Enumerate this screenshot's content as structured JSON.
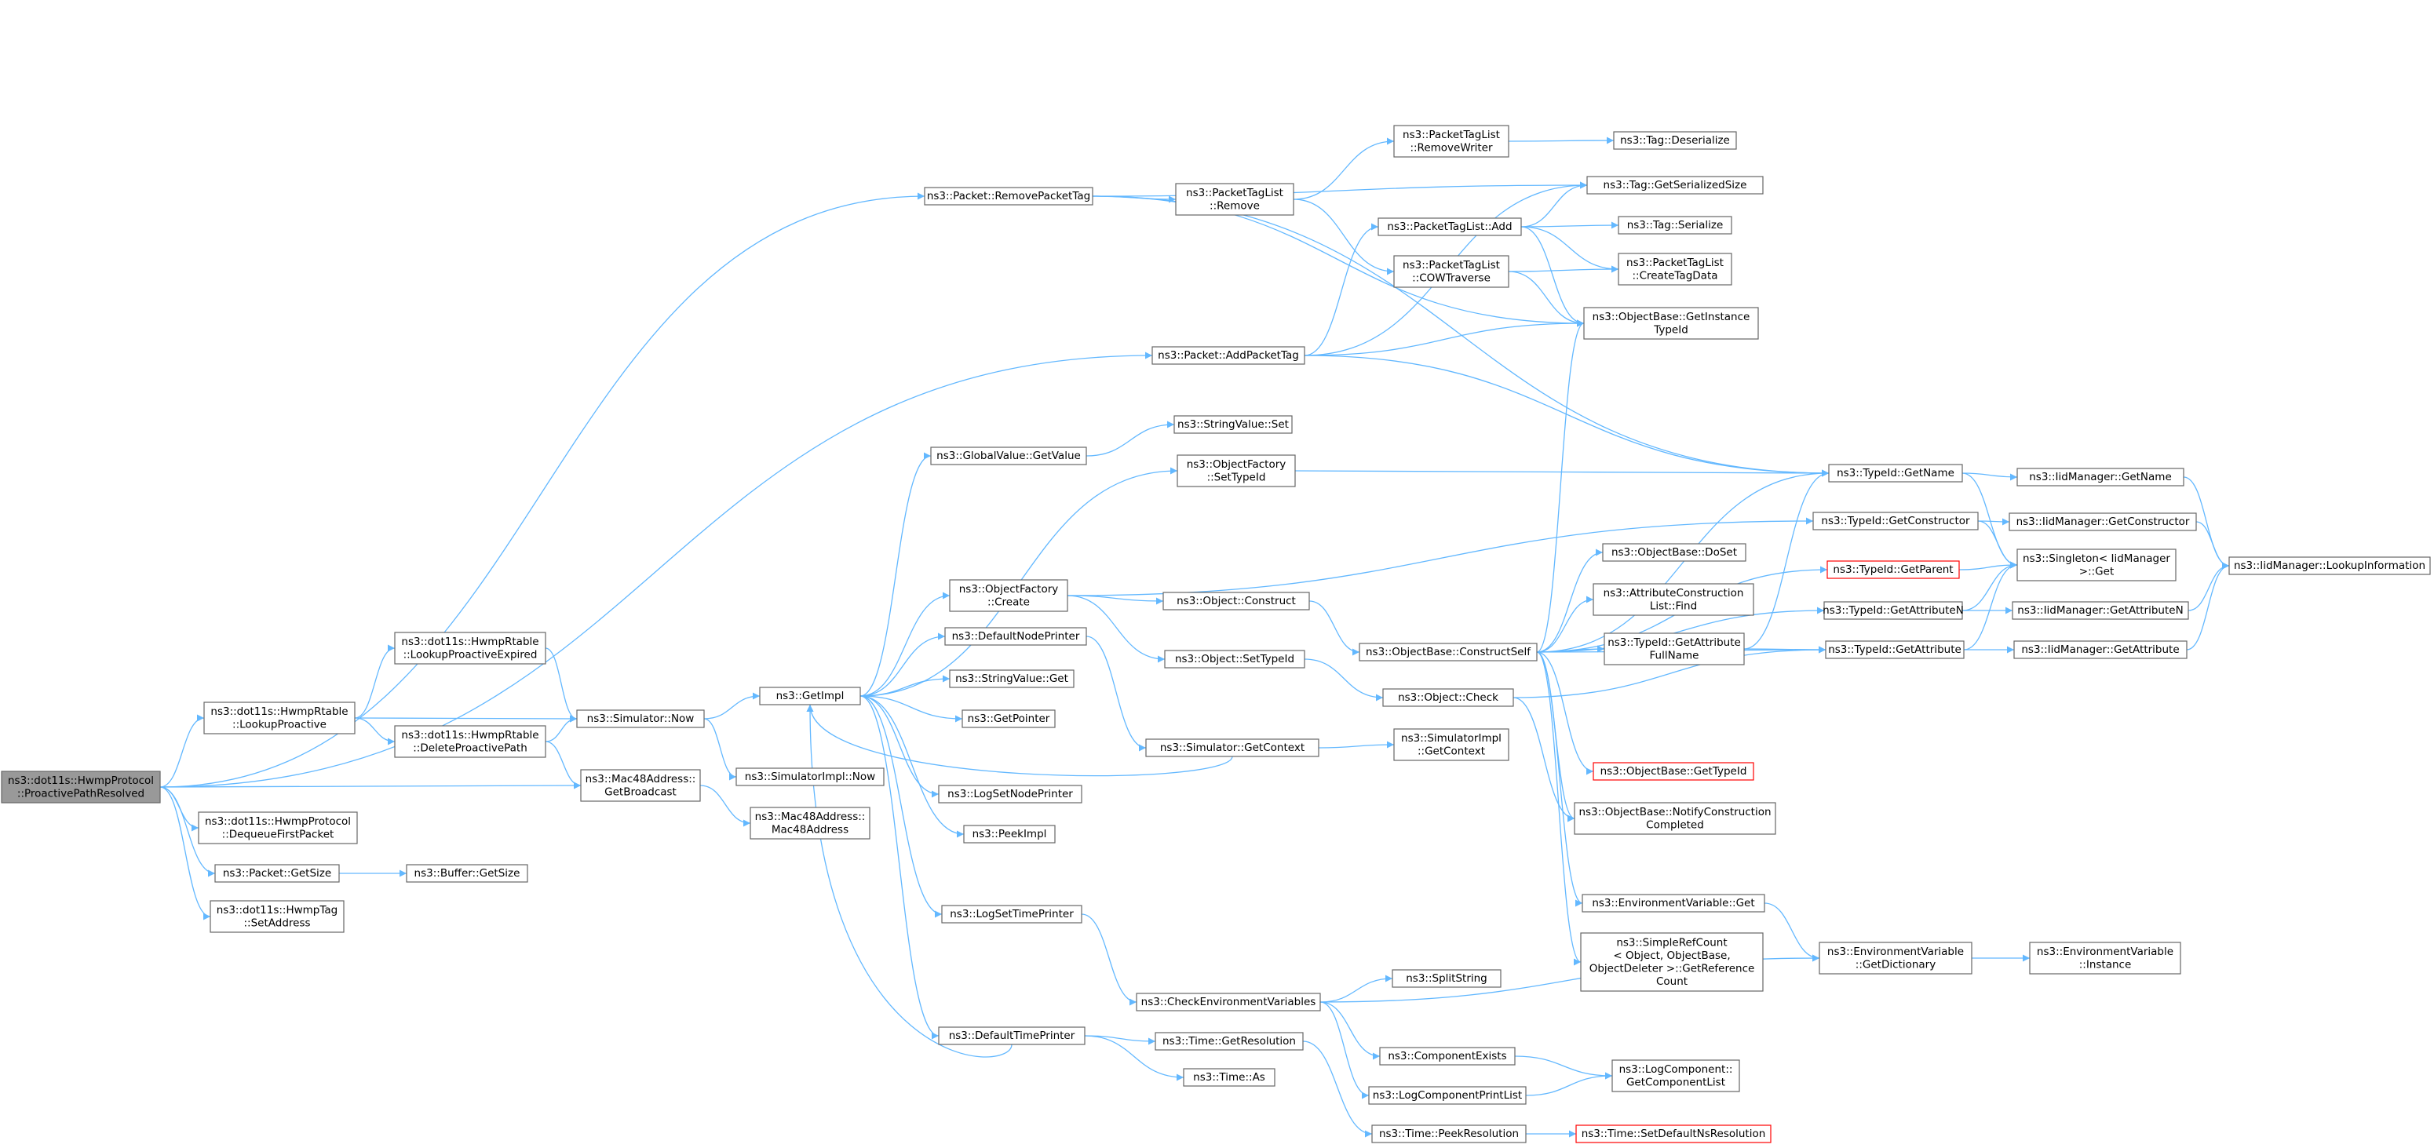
{
  "graph": {
    "edge_color": "#63b8ff",
    "node_border": "#666666",
    "root_fill": "#999999",
    "highlight_border": "#ff0000",
    "nodes": [
      {
        "id": "root",
        "lines": [
          "ns3::dot11s::HwmpProtocol",
          "::ProactivePathResolved"
        ],
        "style": "root"
      },
      {
        "id": "lookupProactive",
        "lines": [
          "ns3::dot11s::HwmpRtable",
          "::LookupProactive"
        ]
      },
      {
        "id": "dequeueFirst",
        "lines": [
          "ns3::dot11s::HwmpProtocol",
          "::DequeueFirstPacket"
        ]
      },
      {
        "id": "packetGetSize",
        "lines": [
          "ns3::Packet::GetSize"
        ]
      },
      {
        "id": "hwmpTagSetAddr",
        "lines": [
          "ns3::dot11s::HwmpTag",
          "::SetAddress"
        ]
      },
      {
        "id": "lookupProactiveExpired",
        "lines": [
          "ns3::dot11s::HwmpRtable",
          "::LookupProactiveExpired"
        ]
      },
      {
        "id": "deleteProactivePath",
        "lines": [
          "ns3::dot11s::HwmpRtable",
          "::DeleteProactivePath"
        ]
      },
      {
        "id": "simulatorNow",
        "lines": [
          "ns3::Simulator::Now"
        ]
      },
      {
        "id": "macGetBroadcast",
        "lines": [
          "ns3::Mac48Address::",
          "GetBroadcast"
        ]
      },
      {
        "id": "mac48Address",
        "lines": [
          "ns3::Mac48Address::",
          "Mac48Address"
        ]
      },
      {
        "id": "bufferGetSize",
        "lines": [
          "ns3::Buffer::GetSize"
        ]
      },
      {
        "id": "getImpl",
        "lines": [
          "ns3::GetImpl"
        ]
      },
      {
        "id": "simImplNow",
        "lines": [
          "ns3::SimulatorImpl::Now"
        ]
      },
      {
        "id": "removePacketTag",
        "lines": [
          "ns3::Packet::RemovePacketTag"
        ]
      },
      {
        "id": "addPacketTag",
        "lines": [
          "ns3::Packet::AddPacketTag"
        ]
      },
      {
        "id": "globalValueGetValue",
        "lines": [
          "ns3::GlobalValue::GetValue"
        ]
      },
      {
        "id": "objectFactoryCreate",
        "lines": [
          "ns3::ObjectFactory",
          "::Create"
        ]
      },
      {
        "id": "defaultNodePrinter",
        "lines": [
          "ns3::DefaultNodePrinter"
        ]
      },
      {
        "id": "stringValueGet",
        "lines": [
          "ns3::StringValue::Get"
        ]
      },
      {
        "id": "getPointer",
        "lines": [
          "ns3::GetPointer"
        ]
      },
      {
        "id": "logSetNodePrinter",
        "lines": [
          "ns3::LogSetNodePrinter"
        ]
      },
      {
        "id": "peekImpl",
        "lines": [
          "ns3::PeekImpl"
        ]
      },
      {
        "id": "logSetTimePrinter",
        "lines": [
          "ns3::LogSetTimePrinter"
        ]
      },
      {
        "id": "defaultTimePrinter",
        "lines": [
          "ns3::DefaultTimePrinter"
        ]
      },
      {
        "id": "packetTagListRemove",
        "lines": [
          "ns3::PacketTagList",
          "::Remove"
        ]
      },
      {
        "id": "stringValueSet",
        "lines": [
          "ns3::StringValue::Set"
        ]
      },
      {
        "id": "objectFactorySetTypeId",
        "lines": [
          "ns3::ObjectFactory",
          "::SetTypeId"
        ]
      },
      {
        "id": "objectConstruct",
        "lines": [
          "ns3::Object::Construct"
        ]
      },
      {
        "id": "objectSetTypeId",
        "lines": [
          "ns3::Object::SetTypeId"
        ]
      },
      {
        "id": "simulatorGetContext",
        "lines": [
          "ns3::Simulator::GetContext"
        ]
      },
      {
        "id": "checkEnvVars",
        "lines": [
          "ns3::CheckEnvironmentVariables"
        ]
      },
      {
        "id": "timeGetResolution",
        "lines": [
          "ns3::Time::GetResolution"
        ]
      },
      {
        "id": "timeAs",
        "lines": [
          "ns3::Time::As"
        ]
      },
      {
        "id": "packetTagListRemoveWriter",
        "lines": [
          "ns3::PacketTagList",
          "::RemoveWriter"
        ]
      },
      {
        "id": "packetTagListAdd",
        "lines": [
          "ns3::PacketTagList::Add"
        ]
      },
      {
        "id": "packetTagListCOWTraverse",
        "lines": [
          "ns3::PacketTagList",
          "::COWTraverse"
        ]
      },
      {
        "id": "objectBaseConstructSelf",
        "lines": [
          "ns3::ObjectBase::ConstructSelf"
        ]
      },
      {
        "id": "objectCheck",
        "lines": [
          "ns3::Object::Check"
        ]
      },
      {
        "id": "simImplGetContext",
        "lines": [
          "ns3::SimulatorImpl",
          "::GetContext"
        ]
      },
      {
        "id": "splitString",
        "lines": [
          "ns3::SplitString"
        ]
      },
      {
        "id": "componentExists",
        "lines": [
          "ns3::ComponentExists"
        ]
      },
      {
        "id": "logComponentPrintList",
        "lines": [
          "ns3::LogComponentPrintList"
        ]
      },
      {
        "id": "timePeekResolution",
        "lines": [
          "ns3::Time::PeekResolution"
        ]
      },
      {
        "id": "tagDeserialize",
        "lines": [
          "ns3::Tag::Deserialize"
        ]
      },
      {
        "id": "tagGetSerializedSize",
        "lines": [
          "ns3::Tag::GetSerializedSize"
        ]
      },
      {
        "id": "tagSerialize",
        "lines": [
          "ns3::Tag::Serialize"
        ]
      },
      {
        "id": "packetTagListCreateTagData",
        "lines": [
          "ns3::PacketTagList",
          "::CreateTagData"
        ]
      },
      {
        "id": "objectBaseGetInstanceTypeId",
        "lines": [
          "ns3::ObjectBase::GetInstance",
          "TypeId"
        ]
      },
      {
        "id": "objectBaseDoSet",
        "lines": [
          "ns3::ObjectBase::DoSet"
        ]
      },
      {
        "id": "attributeConstructionListFind",
        "lines": [
          "ns3::AttributeConstruction",
          "List::Find"
        ]
      },
      {
        "id": "typeIdGetAttributeFullName",
        "lines": [
          "ns3::TypeId::GetAttribute",
          "FullName"
        ]
      },
      {
        "id": "objectBaseGetTypeId",
        "lines": [
          "ns3::ObjectBase::GetTypeId"
        ],
        "style": "red"
      },
      {
        "id": "objectBaseNotifyConstructionCompleted",
        "lines": [
          "ns3::ObjectBase::NotifyConstruction",
          "Completed"
        ]
      },
      {
        "id": "envVarGet",
        "lines": [
          "ns3::EnvironmentVariable::Get"
        ]
      },
      {
        "id": "simpleRefCountGetReferenceCount",
        "lines": [
          "ns3::SimpleRefCount",
          "< Object, ObjectBase,",
          "ObjectDeleter >::GetReference",
          "Count"
        ]
      },
      {
        "id": "logComponentGetComponentList",
        "lines": [
          "ns3::LogComponent::",
          "GetComponentList"
        ]
      },
      {
        "id": "timeSetDefaultNsResolution",
        "lines": [
          "ns3::Time::SetDefaultNsResolution"
        ],
        "style": "red"
      },
      {
        "id": "typeIdGetName",
        "lines": [
          "ns3::TypeId::GetName"
        ]
      },
      {
        "id": "typeIdGetConstructor",
        "lines": [
          "ns3::TypeId::GetConstructor"
        ]
      },
      {
        "id": "typeIdGetParent",
        "lines": [
          "ns3::TypeId::GetParent"
        ],
        "style": "red"
      },
      {
        "id": "typeIdGetAttributeN",
        "lines": [
          "ns3::TypeId::GetAttributeN"
        ]
      },
      {
        "id": "typeIdGetAttribute",
        "lines": [
          "ns3::TypeId::GetAttribute"
        ]
      },
      {
        "id": "envVarGetDictionary",
        "lines": [
          "ns3::EnvironmentVariable",
          "::GetDictionary"
        ]
      },
      {
        "id": "iidManagerGetName",
        "lines": [
          "ns3::IidManager::GetName"
        ]
      },
      {
        "id": "iidManagerGetConstructor",
        "lines": [
          "ns3::IidManager::GetConstructor"
        ]
      },
      {
        "id": "singletonGet",
        "lines": [
          "ns3::Singleton< IidManager",
          ">::Get"
        ]
      },
      {
        "id": "iidManagerGetAttributeN",
        "lines": [
          "ns3::IidManager::GetAttributeN"
        ]
      },
      {
        "id": "iidManagerGetAttribute",
        "lines": [
          "ns3::IidManager::GetAttribute"
        ]
      },
      {
        "id": "envVarInstance",
        "lines": [
          "ns3::EnvironmentVariable",
          "::Instance"
        ]
      },
      {
        "id": "iidManagerLookupInformation",
        "lines": [
          "ns3::IidManager::LookupInformation"
        ]
      }
    ],
    "edges": [
      [
        "root",
        "lookupProactive"
      ],
      [
        "root",
        "dequeueFirst"
      ],
      [
        "root",
        "packetGetSize"
      ],
      [
        "root",
        "hwmpTagSetAddr"
      ],
      [
        "root",
        "macGetBroadcast"
      ],
      [
        "root",
        "removePacketTag"
      ],
      [
        "root",
        "addPacketTag"
      ],
      [
        "lookupProactive",
        "lookupProactiveExpired"
      ],
      [
        "lookupProactive",
        "deleteProactivePath"
      ],
      [
        "lookupProactive",
        "simulatorNow"
      ],
      [
        "lookupProactiveExpired",
        "simulatorNow"
      ],
      [
        "deleteProactivePath",
        "simulatorNow"
      ],
      [
        "deleteProactivePath",
        "macGetBroadcast"
      ],
      [
        "simulatorNow",
        "getImpl"
      ],
      [
        "simulatorNow",
        "simImplNow"
      ],
      [
        "macGetBroadcast",
        "mac48Address"
      ],
      [
        "packetGetSize",
        "bufferGetSize"
      ],
      [
        "getImpl",
        "globalValueGetValue"
      ],
      [
        "getImpl",
        "objectFactorySetTypeId"
      ],
      [
        "getImpl",
        "objectFactoryCreate"
      ],
      [
        "getImpl",
        "defaultNodePrinter"
      ],
      [
        "getImpl",
        "stringValueGet"
      ],
      [
        "getImpl",
        "getPointer"
      ],
      [
        "getImpl",
        "logSetNodePrinter"
      ],
      [
        "getImpl",
        "peekImpl"
      ],
      [
        "getImpl",
        "logSetTimePrinter"
      ],
      [
        "getImpl",
        "defaultTimePrinter"
      ],
      [
        "globalValueGetValue",
        "stringValueSet"
      ],
      [
        "objectFactoryCreate",
        "objectConstruct"
      ],
      [
        "objectFactoryCreate",
        "objectSetTypeId"
      ],
      [
        "objectFactoryCreate",
        "typeIdGetConstructor"
      ],
      [
        "objectFactorySetTypeId",
        "typeIdGetName"
      ],
      [
        "defaultNodePrinter",
        "simulatorGetContext"
      ],
      [
        "simulatorGetContext",
        "getImpl"
      ],
      [
        "simulatorGetContext",
        "simImplGetContext"
      ],
      [
        "logSetTimePrinter",
        "checkEnvVars"
      ],
      [
        "defaultTimePrinter",
        "getImpl"
      ],
      [
        "defaultTimePrinter",
        "timeGetResolution"
      ],
      [
        "defaultTimePrinter",
        "timeAs"
      ],
      [
        "removePacketTag",
        "packetTagListRemove"
      ],
      [
        "removePacketTag",
        "tagGetSerializedSize"
      ],
      [
        "removePacketTag",
        "typeIdGetName"
      ],
      [
        "removePacketTag",
        "objectBaseGetInstanceTypeId"
      ],
      [
        "addPacketTag",
        "packetTagListAdd"
      ],
      [
        "addPacketTag",
        "tagGetSerializedSize"
      ],
      [
        "addPacketTag",
        "objectBaseGetInstanceTypeId"
      ],
      [
        "addPacketTag",
        "typeIdGetName"
      ],
      [
        "packetTagListRemove",
        "packetTagListRemoveWriter"
      ],
      [
        "packetTagListRemove",
        "packetTagListCOWTraverse"
      ],
      [
        "packetTagListRemoveWriter",
        "tagDeserialize"
      ],
      [
        "packetTagListAdd",
        "tagGetSerializedSize"
      ],
      [
        "packetTagListAdd",
        "tagSerialize"
      ],
      [
        "packetTagListAdd",
        "packetTagListCreateTagData"
      ],
      [
        "packetTagListAdd",
        "objectBaseGetInstanceTypeId"
      ],
      [
        "packetTagListCOWTraverse",
        "packetTagListCreateTagData"
      ],
      [
        "packetTagListCOWTraverse",
        "objectBaseGetInstanceTypeId"
      ],
      [
        "objectConstruct",
        "objectBaseConstructSelf"
      ],
      [
        "objectSetTypeId",
        "objectCheck"
      ],
      [
        "objectBaseConstructSelf",
        "objectBaseGetInstanceTypeId"
      ],
      [
        "objectBaseConstructSelf",
        "typeIdGetName"
      ],
      [
        "objectBaseConstructSelf",
        "objectBaseDoSet"
      ],
      [
        "objectBaseConstructSelf",
        "attributeConstructionListFind"
      ],
      [
        "objectBaseConstructSelf",
        "typeIdGetAttributeFullName"
      ],
      [
        "objectBaseConstructSelf",
        "typeIdGetParent"
      ],
      [
        "objectBaseConstructSelf",
        "typeIdGetAttributeN"
      ],
      [
        "objectBaseConstructSelf",
        "typeIdGetAttribute"
      ],
      [
        "objectBaseConstructSelf",
        "objectBaseGetTypeId"
      ],
      [
        "objectBaseConstructSelf",
        "objectBaseNotifyConstructionCompleted"
      ],
      [
        "objectBaseConstructSelf",
        "envVarGet"
      ],
      [
        "objectBaseConstructSelf",
        "simpleRefCountGetReferenceCount"
      ],
      [
        "objectCheck",
        "objectBaseNotifyConstructionCompleted"
      ],
      [
        "objectCheck",
        "typeIdGetAttribute"
      ],
      [
        "checkEnvVars",
        "splitString"
      ],
      [
        "checkEnvVars",
        "componentExists"
      ],
      [
        "checkEnvVars",
        "logComponentPrintList"
      ],
      [
        "checkEnvVars",
        "envVarGetDictionary"
      ],
      [
        "timeGetResolution",
        "timePeekResolution"
      ],
      [
        "timePeekResolution",
        "timeSetDefaultNsResolution"
      ],
      [
        "componentExists",
        "logComponentGetComponentList"
      ],
      [
        "logComponentPrintList",
        "logComponentGetComponentList"
      ],
      [
        "envVarGet",
        "envVarGetDictionary"
      ],
      [
        "envVarGetDictionary",
        "envVarInstance"
      ],
      [
        "typeIdGetAttributeFullName",
        "typeIdGetName"
      ],
      [
        "typeIdGetAttributeFullName",
        "typeIdGetAttribute"
      ],
      [
        "typeIdGetName",
        "iidManagerGetName"
      ],
      [
        "typeIdGetName",
        "singletonGet"
      ],
      [
        "typeIdGetConstructor",
        "iidManagerGetConstructor"
      ],
      [
        "typeIdGetConstructor",
        "singletonGet"
      ],
      [
        "typeIdGetParent",
        "singletonGet"
      ],
      [
        "typeIdGetAttributeN",
        "iidManagerGetAttributeN"
      ],
      [
        "typeIdGetAttributeN",
        "singletonGet"
      ],
      [
        "typeIdGetAttribute",
        "iidManagerGetAttribute"
      ],
      [
        "typeIdGetAttribute",
        "singletonGet"
      ],
      [
        "iidManagerGetName",
        "iidManagerLookupInformation"
      ],
      [
        "iidManagerGetConstructor",
        "iidManagerLookupInformation"
      ],
      [
        "iidManagerGetAttributeN",
        "iidManagerLookupInformation"
      ],
      [
        "iidManagerGetAttribute",
        "iidManagerLookupInformation"
      ]
    ]
  }
}
